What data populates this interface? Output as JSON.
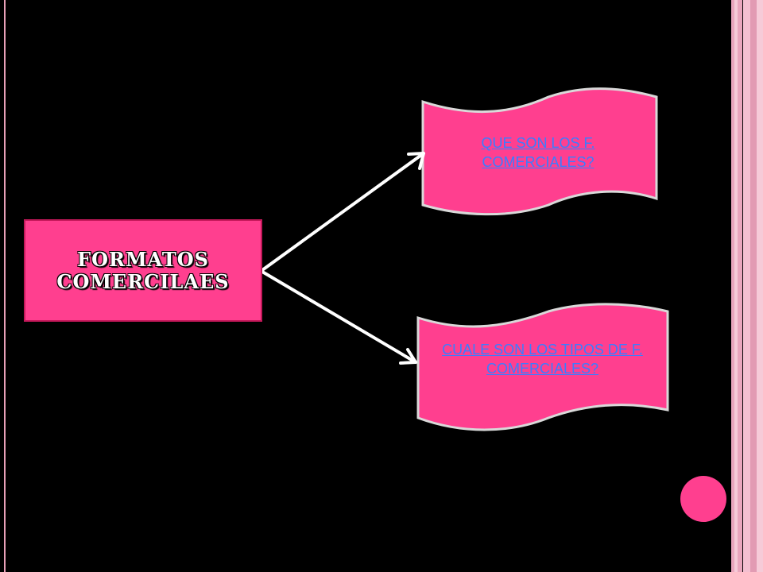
{
  "diagram": {
    "root_label": "FORMATOS COMERCILAES",
    "branches": [
      {
        "label": "QUE SON LOS F. COMERCIALES?"
      },
      {
        "label": "CUALE SON LOS TIPOS DE F. COMERCIALES?"
      }
    ]
  },
  "colors": {
    "background": "#000000",
    "box_fill": "#ff3f8f",
    "link_text": "#3a7dff",
    "accent_border": "#e9a6bd"
  },
  "decorations": {
    "nav_dot": "pink circle button"
  }
}
